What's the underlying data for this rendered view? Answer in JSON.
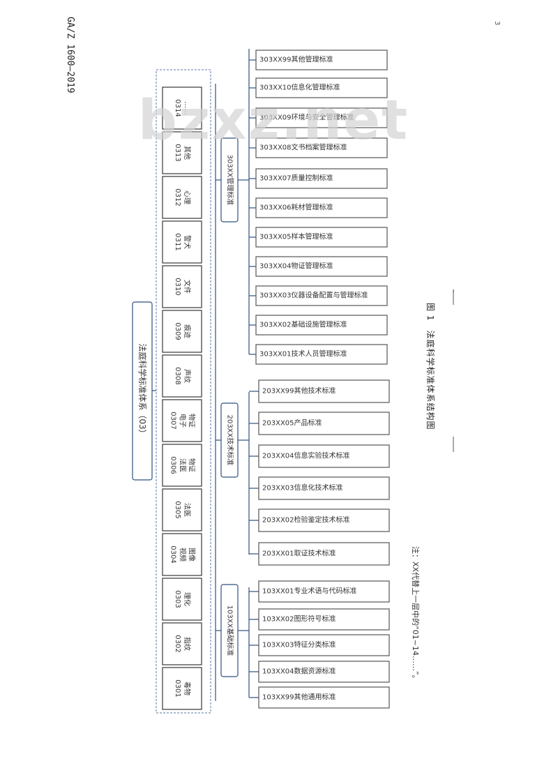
{
  "header": {
    "standard_number": "GA/Z 1600—2019",
    "page_number": "3"
  },
  "watermark": "bzxz.net",
  "root": {
    "label": "法庭科学标准体系（03）"
  },
  "domains": [
    {
      "code": "0301",
      "name": "毒物"
    },
    {
      "code": "0302",
      "name": "指纹"
    },
    {
      "code": "0303",
      "name": "理化"
    },
    {
      "code": "0304",
      "name": "视频\n图像"
    },
    {
      "code": "0305",
      "name": "法医"
    },
    {
      "code": "0306",
      "name": "法医\n物证"
    },
    {
      "code": "0307",
      "name": "电子\n物证"
    },
    {
      "code": "0308",
      "name": "声纹"
    },
    {
      "code": "0309",
      "name": "痕迹"
    },
    {
      "code": "0310",
      "name": "文件"
    },
    {
      "code": "0311",
      "name": "警犬"
    },
    {
      "code": "0312",
      "name": "心理"
    },
    {
      "code": "0313",
      "name": "其他"
    },
    {
      "code": "0314",
      "name": "……"
    }
  ],
  "categories": [
    {
      "label": "103XX基础标准",
      "items": [
        "103XX01专业术语与代码标准",
        "103XX02图形符号标准",
        "103XX03特征分类标准",
        "103XX04数据资源标准",
        "103XX99其他通用标准"
      ]
    },
    {
      "label": "203XX技术标准",
      "items": [
        "203XX01取证技术标准",
        "203XX02检验鉴定技术标准",
        "203XX03信息化技术标准",
        "203XX04信息实验技术标准",
        "203XX05产品标准",
        "203XX99其他技术标准"
      ]
    },
    {
      "label": "303XX管理标准",
      "items": [
        "303XX01技术人员管理标准",
        "303XX02基础设施管理标准",
        "303XX03仪器设备配置与管理标准",
        "303XX04物证管理标准",
        "303XX05样本管理标准",
        "303XX06耗材管理标准",
        "303XX07质量控制标准",
        "303XX08文书档案管理标准",
        "303XX09环境与安全管理标准",
        "303XX10信息化管理标准",
        "303XX99其他管理标准"
      ]
    }
  ],
  "caption": "图 1　法庭科学标准体系结构图",
  "note": "注：XX代替上一层中的“01~14……”。",
  "colors": {
    "node_border": "#2f4f7f",
    "domain_border": "#444444",
    "dashed": "#5577aa",
    "line": "#2f4f7f"
  }
}
